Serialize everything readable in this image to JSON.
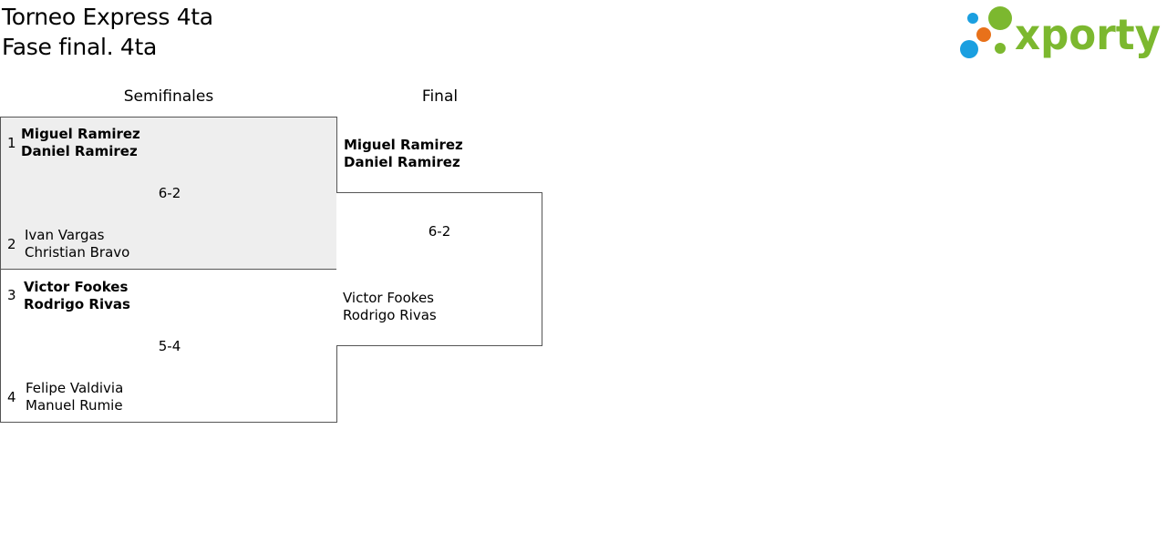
{
  "header": {
    "title": "Torneo Express 4ta",
    "subtitle": "Fase final. 4ta"
  },
  "logo": {
    "text": "xporty",
    "colors": {
      "green": "#7cb82f",
      "blue": "#1a9fe0",
      "orange": "#e8711a"
    }
  },
  "rounds": {
    "semifinal_label": "Semifinales",
    "final_label": "Final"
  },
  "semifinals": [
    {
      "score": "6-2",
      "top": {
        "seed": "1",
        "players": [
          "Miguel Ramirez",
          "Daniel Ramirez"
        ]
      },
      "bottom": {
        "seed": "2",
        "players": [
          "Ivan Vargas",
          "Christian Bravo"
        ]
      }
    },
    {
      "score": "5-4",
      "top": {
        "seed": "3",
        "players": [
          "Victor Fookes",
          "Rodrigo Rivas"
        ]
      },
      "bottom": {
        "seed": "4",
        "players": [
          "Felipe Valdivia",
          "Manuel Rumie"
        ]
      }
    }
  ],
  "final": {
    "score": "6-2",
    "top": {
      "players": [
        "Miguel Ramirez",
        "Daniel Ramirez"
      ]
    },
    "bottom": {
      "players": [
        "Victor Fookes",
        "Rodrigo Rivas"
      ]
    }
  }
}
